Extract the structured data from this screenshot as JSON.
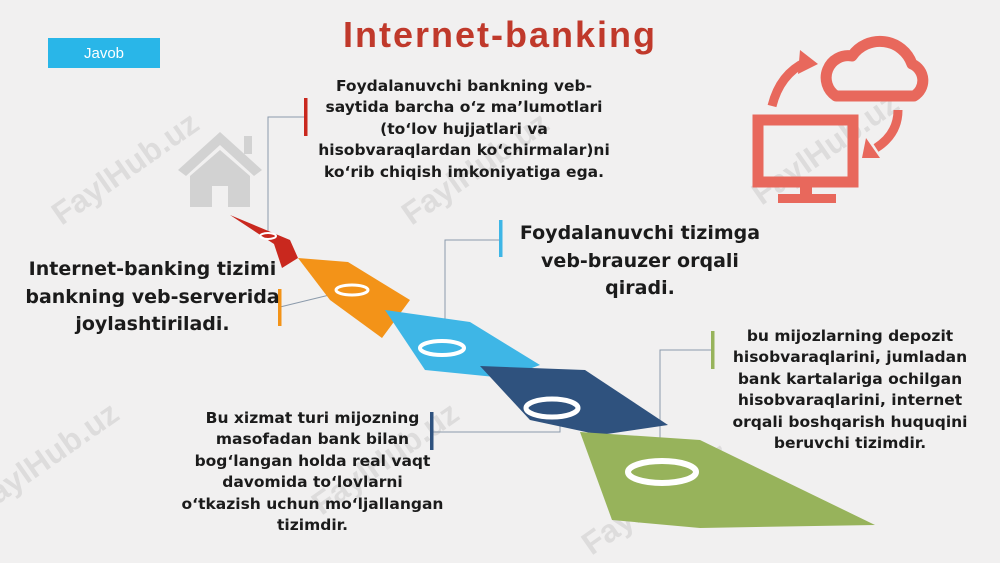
{
  "title": "Internet-banking",
  "answer_button": "Javob",
  "watermark": "FaylHub.uz",
  "callouts": {
    "top": "Foydalanuvchi bankning veb-saytida barcha o‘z ma’lumotlari (to‘lov hujjatlari va hisobvaraqlardan ko‘chirmalar)ni ko‘rib chiqish imkoniyatiga ega.",
    "browser": "Foydalanuvchi tizimga veb-brauzer orqali qiradi.",
    "server": "Internet-banking tizimi bankning veb-serverida joylashtiriladi.",
    "accounts": "bu mijozlarning depozit hisobvaraqlarini, jumladan bank kartalariga ochilgan hisobvaraqlarini, internet orqali boshqarish huquqini beruvchi tizimdir.",
    "remote": "Bu xizmat turi mijozning masofadan bank bilan bog‘langan holda real vaqt davomida to‘lovlarni o‘tkazish uchun mo‘ljallangan tizimdir."
  },
  "colors": {
    "title": "#c0392b",
    "button": "#29b6e8",
    "red": "#c9281e",
    "orange": "#f39318",
    "sky": "#3eb6e6",
    "navy": "#2f527e",
    "green": "#97b35b",
    "icon": "#e8685c",
    "house": "#d2d2d2",
    "leader": "#8b9aab"
  },
  "icons": [
    "house-icon",
    "cloud-sync-icon"
  ]
}
